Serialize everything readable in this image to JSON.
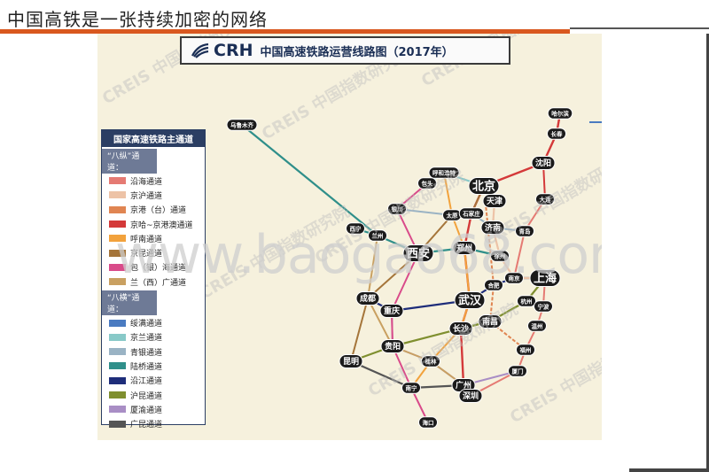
{
  "slide": {
    "title": "中国高铁是一张持续加密的网络"
  },
  "map": {
    "brand": "CRH",
    "title": "中国高速铁路运营线路图（2017年）",
    "legend": {
      "title": "国家高速铁路主通道",
      "vertical_group": "“八纵”通道：",
      "horizontal_group": "“八横”通道：",
      "vertical": [
        {
          "label": "沿海通道",
          "color": "#e57a73"
        },
        {
          "label": "京沪通道",
          "color": "#edc3a7"
        },
        {
          "label": "京港（台）通道",
          "color": "#e08552"
        },
        {
          "label": "京哈~京港澳通道",
          "color": "#d43939"
        },
        {
          "label": "呼南通道",
          "color": "#f2a23c"
        },
        {
          "label": "京昆通道",
          "color": "#a5753a"
        },
        {
          "label": "包（银）海通道",
          "color": "#d94b8a"
        },
        {
          "label": "兰（西）广通道",
          "color": "#c9a061"
        }
      ],
      "horizontal": [
        {
          "label": "绥满通道",
          "color": "#4a7bc1"
        },
        {
          "label": "京兰通道",
          "color": "#88c9c8"
        },
        {
          "label": "青银通道",
          "color": "#9ab3c4"
        },
        {
          "label": "陆桥通道",
          "color": "#2f8f8a"
        },
        {
          "label": "沿江通道",
          "color": "#1e2d7a"
        },
        {
          "label": "沪昆通道",
          "color": "#7f8f2f"
        },
        {
          "label": "厦渝通道",
          "color": "#a98ec5"
        },
        {
          "label": "广昆通道",
          "color": "#555555"
        }
      ]
    },
    "cities": [
      {
        "name": "哈尔滨",
        "size": "small"
      },
      {
        "name": "长春",
        "size": "small"
      },
      {
        "name": "沈阳",
        "size": "medium"
      },
      {
        "name": "大连",
        "size": "small"
      },
      {
        "name": "乌鲁木齐",
        "size": "small"
      },
      {
        "name": "呼和浩特",
        "size": "small"
      },
      {
        "name": "包头",
        "size": "small"
      },
      {
        "name": "北京",
        "size": "large"
      },
      {
        "name": "天津",
        "size": "medium"
      },
      {
        "name": "银川",
        "size": "small"
      },
      {
        "name": "太原",
        "size": "small"
      },
      {
        "name": "石家庄",
        "size": "small"
      },
      {
        "name": "济南",
        "size": "medium"
      },
      {
        "name": "青岛",
        "size": "small"
      },
      {
        "name": "西宁",
        "size": "small"
      },
      {
        "name": "兰州",
        "size": "small"
      },
      {
        "name": "西安",
        "size": "large"
      },
      {
        "name": "郑州",
        "size": "medium"
      },
      {
        "name": "徐州",
        "size": "small"
      },
      {
        "name": "合肥",
        "size": "small"
      },
      {
        "name": "南京",
        "size": "small"
      },
      {
        "name": "上海",
        "size": "large"
      },
      {
        "name": "成都",
        "size": "medium"
      },
      {
        "name": "重庆",
        "size": "medium"
      },
      {
        "name": "武汉",
        "size": "large"
      },
      {
        "name": "杭州",
        "size": "small"
      },
      {
        "name": "宁波",
        "size": "small"
      },
      {
        "name": "长沙",
        "size": "medium"
      },
      {
        "name": "南昌",
        "size": "medium"
      },
      {
        "name": "温州",
        "size": "small"
      },
      {
        "name": "贵阳",
        "size": "medium"
      },
      {
        "name": "福州",
        "size": "small"
      },
      {
        "name": "昆明",
        "size": "medium"
      },
      {
        "name": "桂林",
        "size": "small"
      },
      {
        "name": "厦门",
        "size": "small"
      },
      {
        "name": "南宁",
        "size": "small"
      },
      {
        "name": "广州",
        "size": "medium"
      },
      {
        "name": "深圳",
        "size": "medium"
      },
      {
        "name": "海口",
        "size": "small"
      }
    ],
    "watermarks": {
      "overlay": "www.baogao68.com",
      "tile": "CREIS 中国指数研究院"
    }
  }
}
